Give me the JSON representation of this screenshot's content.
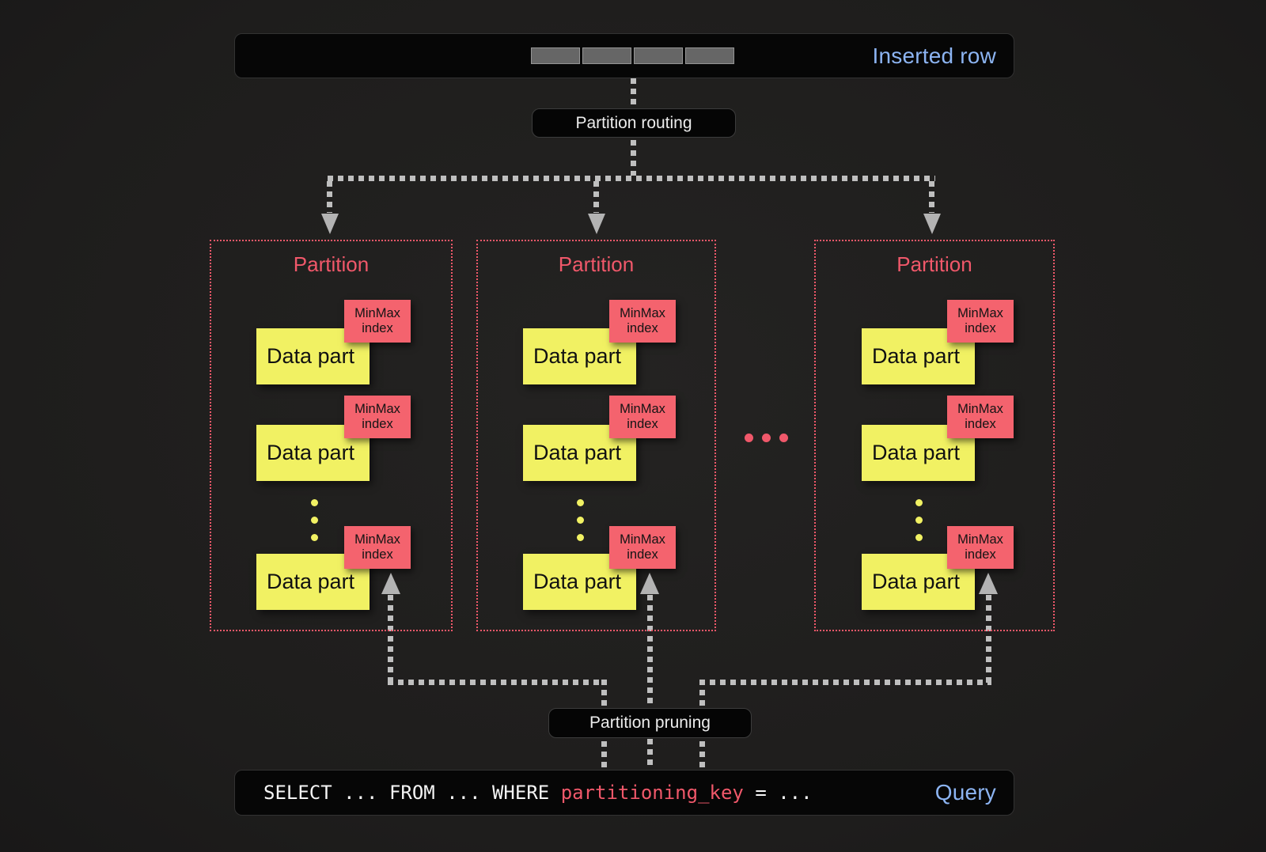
{
  "colors": {
    "background": "#201f1e",
    "panel": "#060606",
    "panel_border": "#323232",
    "accent_blue": "#8cb4f2",
    "salmon": "#f0586a",
    "minmax_fill": "#f4636e",
    "yellow": "#f1f163",
    "dash_gray": "#bfbfbf",
    "arrowhead_gray": "#b3b3b3",
    "segment_gray": "#666666",
    "segment_border": "#959595",
    "label_white": "#ececec"
  },
  "inserted_row": {
    "label": "Inserted row",
    "segment_count": 4
  },
  "flow_labels": {
    "routing": "Partition routing",
    "pruning": "Partition pruning"
  },
  "minmax_badge": {
    "line1": "MinMax",
    "line2": "index"
  },
  "partitions": [
    {
      "title": "Partition",
      "data_parts": [
        {
          "label": "Data part"
        },
        {
          "label": "Data part"
        },
        {
          "label": "Data part"
        }
      ]
    },
    {
      "title": "Partition",
      "data_parts": [
        {
          "label": "Data part"
        },
        {
          "label": "Data part"
        },
        {
          "label": "Data part"
        }
      ]
    },
    {
      "title": "Partition",
      "data_parts": [
        {
          "label": "Data part"
        },
        {
          "label": "Data part"
        },
        {
          "label": "Data part"
        }
      ]
    }
  ],
  "more_partitions_indicator": "...",
  "more_data_parts_indicator": "...",
  "query": {
    "select_prefix": "SELECT ... FROM ... WHERE ",
    "key": "partitioning_key",
    "suffix": " = ...",
    "label": "Query"
  }
}
